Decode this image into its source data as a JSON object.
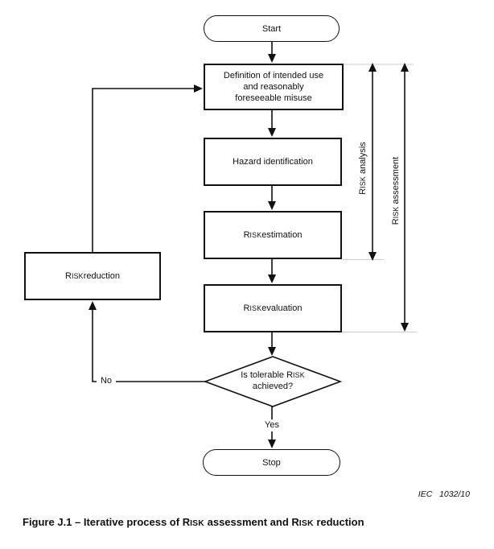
{
  "figure": {
    "caption": "Figure J.1 – Iterative process of RISK assessment and RISK reduction",
    "reference": "IEC   1032/10"
  },
  "flowchart": {
    "nodes": {
      "start": "Start",
      "definition": "Definition of intended use and reasonably foreseeable misuse",
      "hazard_identification": "Hazard identification",
      "risk_estimation": "RISK estimation",
      "risk_evaluation": "RISK evaluation",
      "risk_reduction": "RISK reduction",
      "decision": "Is tolerable RISK achieved?",
      "stop": "Stop"
    },
    "edge_labels": {
      "yes": "Yes",
      "no": "No"
    },
    "span_labels": {
      "risk_analysis": "RISK analysis",
      "risk_assessment": "RISK assessment"
    }
  },
  "colors": {
    "background": "#ffffff",
    "line": "#111111",
    "tick": "#cccccc",
    "text": "#111111"
  }
}
